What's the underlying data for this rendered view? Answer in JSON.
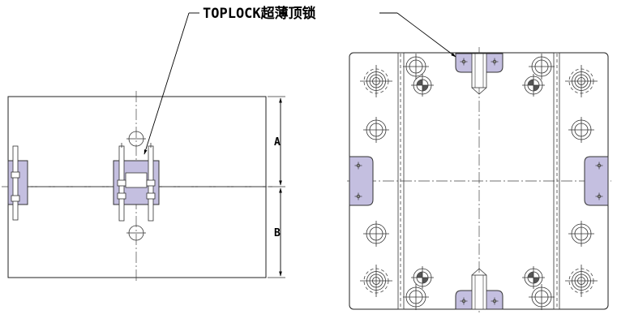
{
  "callout": {
    "label": "TOPLOCK超薄顶锁"
  },
  "dimensions": {
    "a_label": "A",
    "b_label": "B"
  },
  "colors": {
    "lock_fill": "#c4bfe0",
    "line": "#222222",
    "background": "#ffffff"
  }
}
